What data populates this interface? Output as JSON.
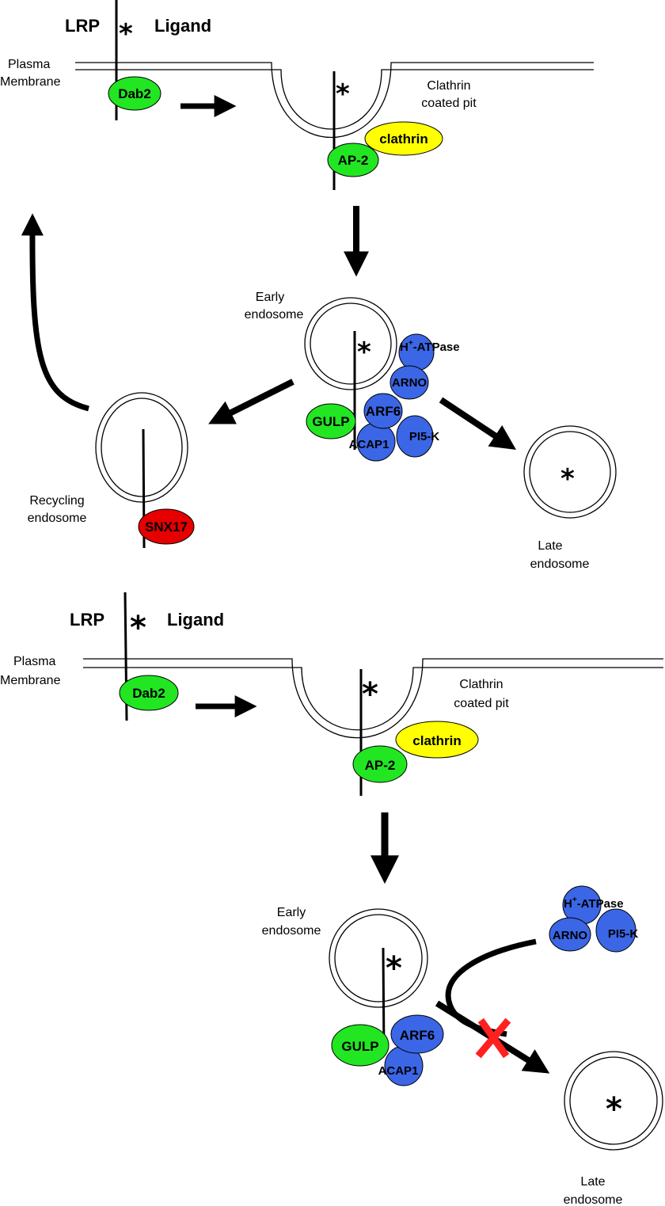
{
  "colors": {
    "green": "#22e622",
    "yellow": "#ffff00",
    "blue": "#3b66e6",
    "red": "#e60000",
    "block_x": "#ff2020",
    "line": "#000000"
  },
  "panel_top": {
    "lrp": "LRP",
    "ligand": "Ligand",
    "asterisk": "*",
    "plasma": "Plasma",
    "membrane": "Membrane",
    "clathrin_pit_1": "Clathrin",
    "clathrin_pit_2": "coated pit",
    "early_1": "Early",
    "early_2": "endosome",
    "recycling_1": "Recycling",
    "recycling_2": "endosome",
    "late_1": "Late",
    "late_2": "endosome",
    "proteins": {
      "dab2": "Dab2",
      "clathrin": "clathrin",
      "ap2": "AP-2",
      "h_atpase_h": "H",
      "h_atpase_sup": "+",
      "h_atpase_rest": "-ATPase",
      "arno": "ARNO",
      "arf6": "ARF6",
      "gulp": "GULP",
      "acap1": "ACAP1",
      "pi5k": "PI5-K",
      "snx17": "SNX17"
    }
  },
  "panel_bottom": {
    "lrp": "LRP",
    "ligand": "Ligand",
    "asterisk": "*",
    "plasma": "Plasma",
    "membrane": "Membrane",
    "clathrin_pit_1": "Clathrin",
    "clathrin_pit_2": "coated pit",
    "early_1": "Early",
    "early_2": "endosome",
    "late_1": "Late",
    "late_2": "endosome",
    "proteins": {
      "dab2": "Dab2",
      "clathrin": "clathrin",
      "ap2": "AP-2",
      "h_atpase_h": "H",
      "h_atpase_sup": "+",
      "h_atpase_rest": "-ATPase",
      "arno": "ARNO",
      "pi5k": "PI5-K",
      "arf6": "ARF6",
      "gulp": "GULP",
      "acap1": "ACAP1"
    }
  }
}
